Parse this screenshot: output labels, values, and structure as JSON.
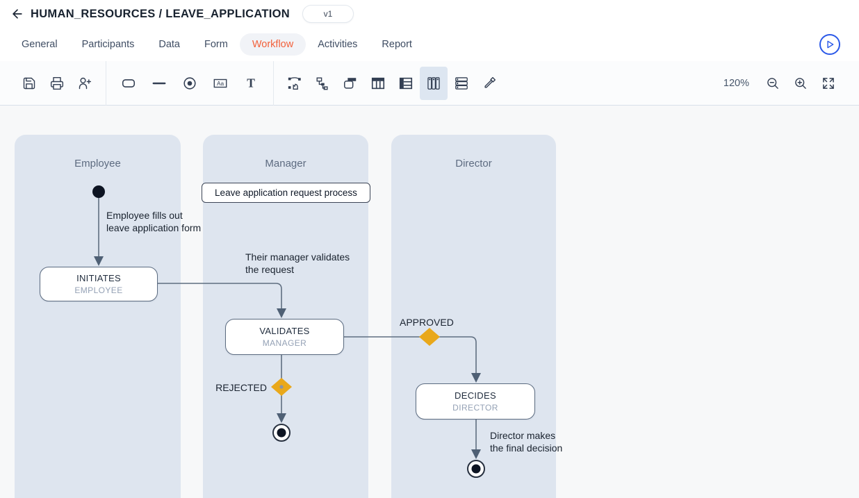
{
  "header": {
    "breadcrumb": "HUMAN_RESOURCES / LEAVE_APPLICATION",
    "version": "v1"
  },
  "tabs": {
    "items": [
      {
        "label": "General",
        "active": false
      },
      {
        "label": "Participants",
        "active": false
      },
      {
        "label": "Data",
        "active": false
      },
      {
        "label": "Form",
        "active": false
      },
      {
        "label": "Workflow",
        "active": true
      },
      {
        "label": "Activities",
        "active": false
      },
      {
        "label": "Report",
        "active": false
      }
    ]
  },
  "toolbar": {
    "zoom_level": "120%",
    "selected_tool": "vertical-lanes",
    "tools": [
      "save",
      "print",
      "add-participant",
      "rounded-rectangle",
      "line",
      "radio-node",
      "label-box",
      "text",
      "bezier-edit",
      "tree-connector",
      "frame",
      "column-table",
      "row-table",
      "vertical-lanes",
      "horizontal-lanes",
      "eyedropper",
      "zoom-out",
      "zoom-in",
      "fit-screen"
    ]
  },
  "colors": {
    "accent_orange": "#f2603a",
    "play_blue": "#2b59e8",
    "lane_background": "#dee5ef",
    "canvas_background": "#f7f8f9",
    "gateway_diamond": "#e9a81b",
    "edge_line": "#5f6e80",
    "node_border": "#5b6b80"
  },
  "workflow": {
    "process_label": "Leave application request process",
    "lanes": [
      {
        "label": "Employee"
      },
      {
        "label": "Manager"
      },
      {
        "label": "Director"
      }
    ],
    "nodes": {
      "initiates": {
        "title": "INITIATES",
        "subtitle": "EMPLOYEE"
      },
      "validates": {
        "title": "VALIDATES",
        "subtitle": "MANAGER"
      },
      "decides": {
        "title": "DECIDES",
        "subtitle": "DIRECTOR"
      }
    },
    "edge_labels": {
      "start_to_initiates": "Employee fills out\nleave application form",
      "initiates_to_validates": "Their manager validates\nthe request",
      "approved": "APPROVED",
      "rejected": "REJECTED",
      "decides_to_end": "Director makes\nthe final decision"
    }
  }
}
